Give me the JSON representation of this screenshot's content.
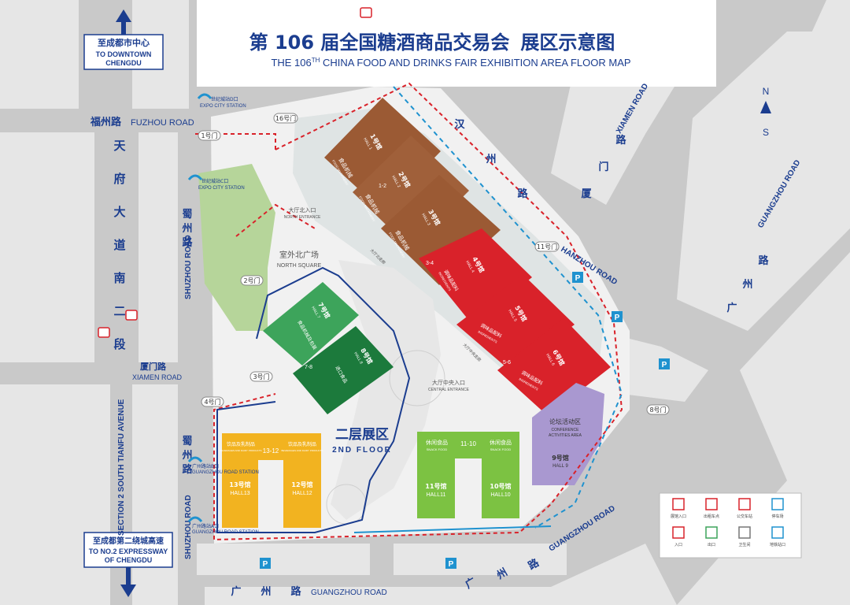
{
  "title": {
    "cn_prefix": "第 106 届全国糖酒商品交易会",
    "cn_suffix": "展区示意图",
    "en_prefix": "THE 106",
    "en_sup": "TH",
    "en_suffix": " CHINA FOOD AND DRINKS FAIR  EXHIBITION AREA FLOOR MAP"
  },
  "colors": {
    "brown": "#9b5a34",
    "red": "#d9222a",
    "green": "#3da45b",
    "dark_green": "#1c7a3c",
    "yellow": "#f2b320",
    "lime": "#7cc242",
    "purple": "#a998d0",
    "navy": "#1b3d8f",
    "road": "#c9c9c9"
  },
  "compass": {
    "n": "N",
    "s": "S"
  },
  "signs": {
    "downtown_cn": "至成都市中心",
    "downtown_en1": "TO DOWNTOWN",
    "downtown_en2": "CHENGDU",
    "expressway_cn": "至成都第二绕城高速",
    "expressway_en1": "TO NO.2 EXPRESSWAY",
    "expressway_en2": "OF CHENGDU"
  },
  "roads": {
    "fuzhou_cn": "福州路",
    "fuzhou_en": "FUZHOU ROAD",
    "tianfu_cn": [
      "天",
      "府",
      "大",
      "道",
      "南",
      "二",
      "段"
    ],
    "tianfu_en": "SECTION 2 SOUTH TIANFU AVENUE",
    "shuzhou_cn_upper": [
      "蜀",
      "州",
      "路"
    ],
    "shuzhou_cn_lower": [
      "蜀",
      "州",
      "路"
    ],
    "shuzhou_en_upper": "SHUZHOU ROAD",
    "shuzhou_en_lower": "SHUZHOU ROAD",
    "xiamen_cn": "厦门路",
    "xiamen_en": "XIAMEN ROAD",
    "xiamen_ne_cn": [
      "厦",
      "门",
      "路"
    ],
    "xiamen_ne_en": "XIAMEN ROAD",
    "han_cn": [
      "汉",
      "州",
      "路"
    ],
    "hanzhou_en": "HANZHOU ROAD",
    "guangzhou_cn_bottom": [
      "广",
      "州",
      "路"
    ],
    "guangzhou_en_bottom": "GUANGZHOU ROAD",
    "guangzhou_cn_diag": [
      "广",
      "州",
      "路"
    ],
    "guangzhou_en_diag": "GUANGZHOU ROAD",
    "guangzhou_cn_east": [
      "广",
      "州",
      "路"
    ],
    "guangzhou_en_east": "GUANGZHOU ROAD"
  },
  "gates": [
    "16号门",
    "1号门",
    "2号门",
    "3号门",
    "4号门",
    "11号门",
    "8号门"
  ],
  "stations": {
    "expo_city_cn": "世纪城站D口",
    "expo_city_en": "EXPO CITY STATION",
    "expo_city2_cn": "世纪城站C口",
    "expo_city2_en": "EXPO CITY STATION",
    "guangzhou_cn": "广州路站B口",
    "guangzhou_en": "GUANGZHOU ROAD STATION",
    "guangzhou2_cn": "广州路站A口",
    "guangzhou2_en": "GUANGZHOU ROAD STATION"
  },
  "areas": {
    "north_square_cn": "室外北广场",
    "north_square_en": "NORTH SQUARE",
    "north_entrance_cn": "大厅北入口",
    "north_entrance_en": "NORTH ENTRANCE",
    "central_entrance_cn": "大厅中央入口",
    "central_entrance_en": "CENTRAL ENTRANCE",
    "second_floor_cn": "二层展区",
    "second_floor_en": "2ND FLOOR",
    "forum_cn": "论坛活动区",
    "forum_en1": "CONFERENCE",
    "forum_en2": "ACTIVITIES AREA",
    "corridor_a": "大厅北走廊",
    "corridor_b": "大厅中央走廊"
  },
  "halls": {
    "h1_cn": "1号馆",
    "h1_en": "HALL 1",
    "h2_cn": "2号馆",
    "h2_en": "HALL 2",
    "h3_cn": "3号馆",
    "h3_en": "HALL 3",
    "h4_cn": "4号馆",
    "h4_en": "HALL 4",
    "h5_cn": "5号馆",
    "h5_en": "HALL 5",
    "h6_cn": "6号馆",
    "h6_en": "HALL 6",
    "h7_cn": "7号馆",
    "h7_en": "HALL 7",
    "h8_cn": "8号馆",
    "h8_en": "HALL 8",
    "h9_cn": "9号馆",
    "h9_en": "HALL 9",
    "h10_cn": "10号馆",
    "h10_en": "HALL10",
    "h11_cn": "11号馆",
    "h11_en": "HALL11",
    "h12_cn": "12号馆",
    "h12_en": "HALL12",
    "h13_cn": "13号馆",
    "h13_en": "HALL13",
    "link_12": "1-2",
    "link_34": "3-4",
    "link_56": "5-6",
    "link_78": "7-8",
    "link_1112": "13-12",
    "link_1011": "11-10",
    "food_machinery_cn": "食品机械",
    "food_machinery_en": "FOOD MACHINERY",
    "ingredients_cn": "调味品配料",
    "ingredients_en": "INGREDIENTS",
    "packaging_cn": "食品机械及包装",
    "imported_cn": "进口食品",
    "drinks_cn": "饮品及乳制品",
    "drinks_en": "BEVERAGES AND DAIRY PRODUCTS",
    "snack_cn": "休闲食品",
    "snack_en": "SNACK FOOD"
  },
  "legend": {
    "items": [
      "展馆入口",
      "出租车点",
      "公交车站",
      "停车场",
      "入口",
      "出口",
      "卫生间",
      "地铁站口"
    ]
  },
  "parking": "P"
}
